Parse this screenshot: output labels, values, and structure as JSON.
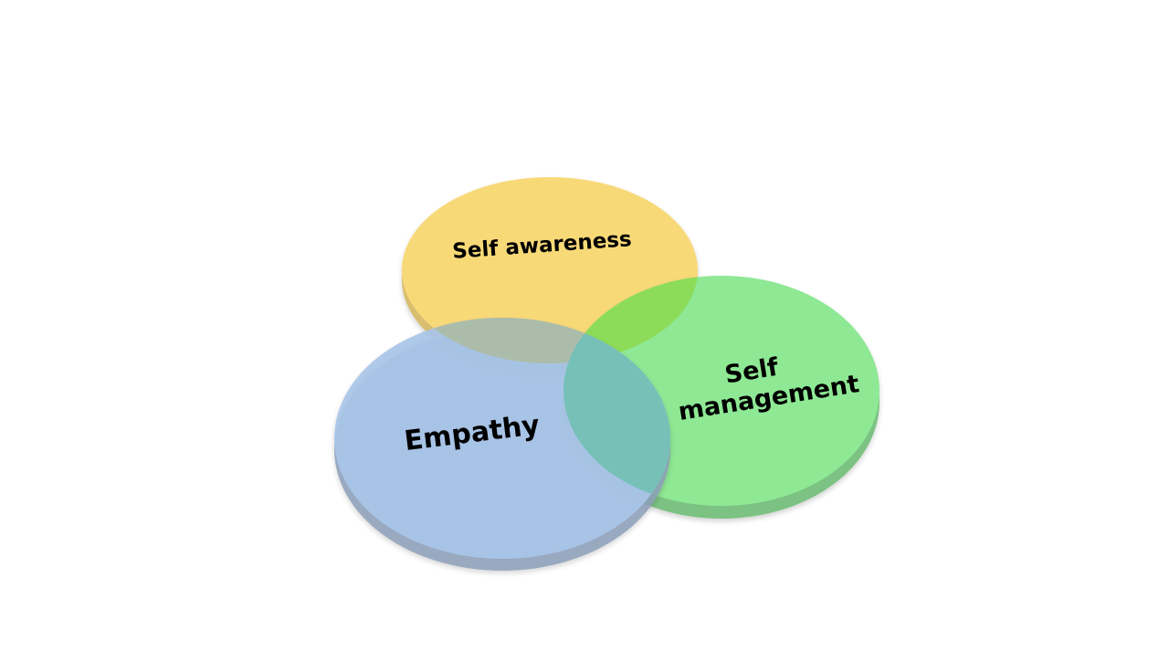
{
  "diagram": {
    "type": "venn",
    "sets": [
      {
        "id": "self-awareness",
        "label": "Self awareness",
        "color": "#F8D978"
      },
      {
        "id": "empathy",
        "label": "Empathy",
        "color": "#A9C6E8"
      },
      {
        "id": "self-management",
        "label_lines": [
          "Self",
          "management"
        ],
        "color": "#8EE894"
      }
    ],
    "overlap_colors": {
      "awareness_management": "#8CDC5A",
      "awareness_empathy": "#ABBCAA",
      "empathy_management": "#76C0B8"
    },
    "edge_colors": {
      "awareness": "#D9BE70",
      "empathy": "#8C9FB8",
      "management": "#7CC282"
    }
  }
}
